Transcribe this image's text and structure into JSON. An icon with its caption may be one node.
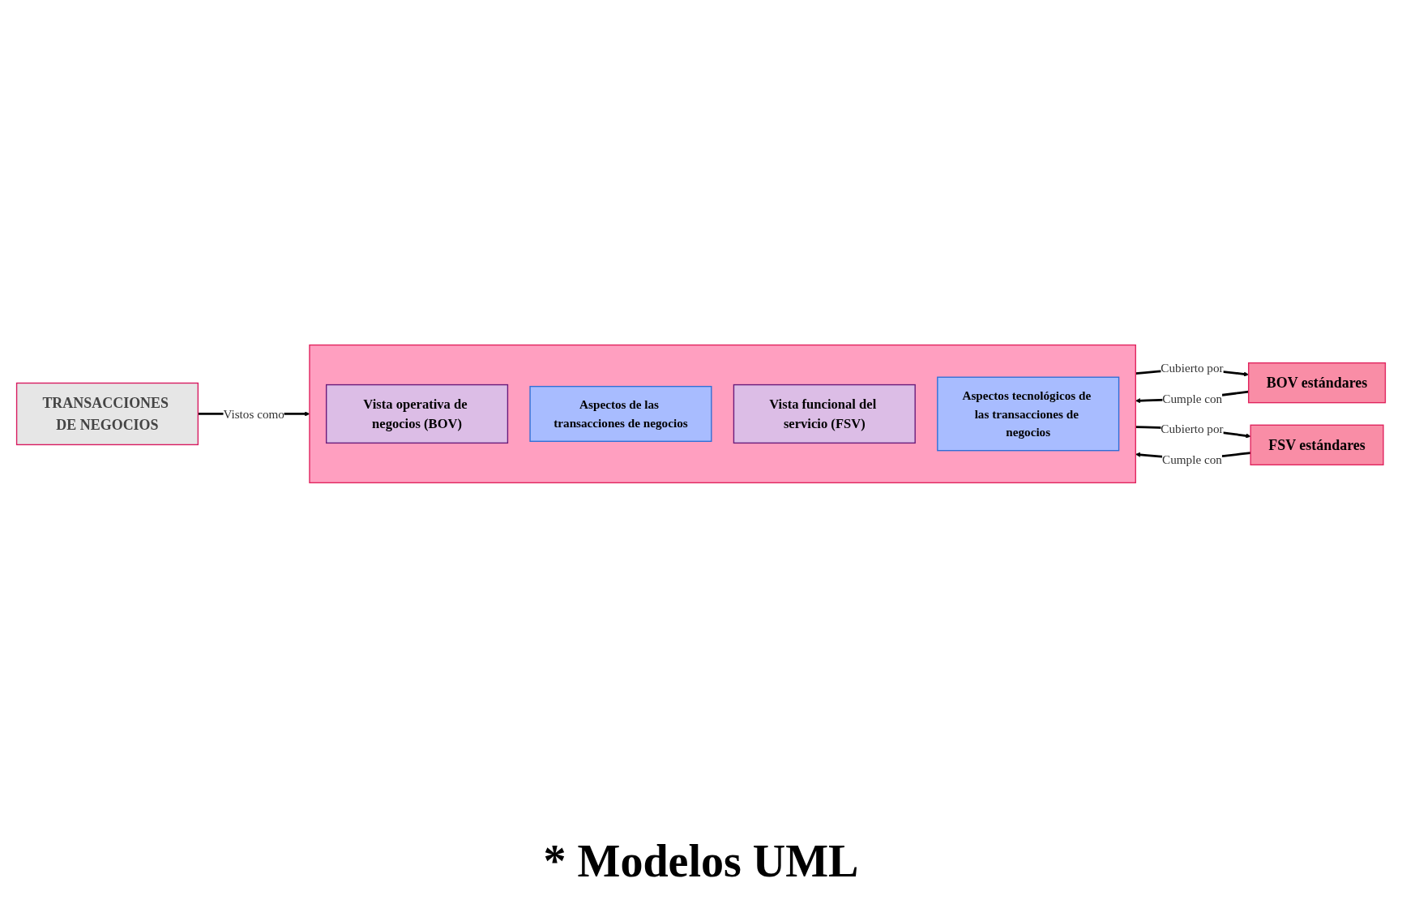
{
  "diagram": {
    "nodes": [
      {
        "text": [
          "TRANSACCIONES DE NEGOCIOS"
        ]
      },
      {
        "text": [],
        "shape": "box"
      },
      {
        "text": [
          "Vista operativa de negocios (BOV)"
        ],
        "in": 1
      },
      {
        "text": [
          "Aspectos de las transacciones de negocios"
        ],
        "in": 1
      },
      {
        "text": [
          "Vista funcional del servicio (FSV)"
        ],
        "in": 1
      },
      {
        "text": [
          "Aspectos tecnológicos de las transacciones de negocios"
        ],
        "in": 1
      },
      {
        "text": [
          "BOV estándares"
        ]
      },
      {
        "text": [
          "FSV estándares"
        ]
      }
    ],
    "edges": [
      {
        "from": 0,
        "to": 1,
        "label": "Vistos como",
        "arrow": "to"
      },
      {
        "from": 6,
        "to": 1,
        "label": "Cumple con",
        "arrow": "to"
      },
      {
        "from": 1,
        "to": 6,
        "label": "Cubierto por",
        "arrow": "to"
      },
      {
        "from": 7,
        "to": 1,
        "label": "Cumple con",
        "arrow": "to"
      },
      {
        "from": 1,
        "to": 7,
        "label": "Cubierto por",
        "arrow": "to"
      }
    ],
    "labels": [
      "* Modelos UML"
    ]
  }
}
